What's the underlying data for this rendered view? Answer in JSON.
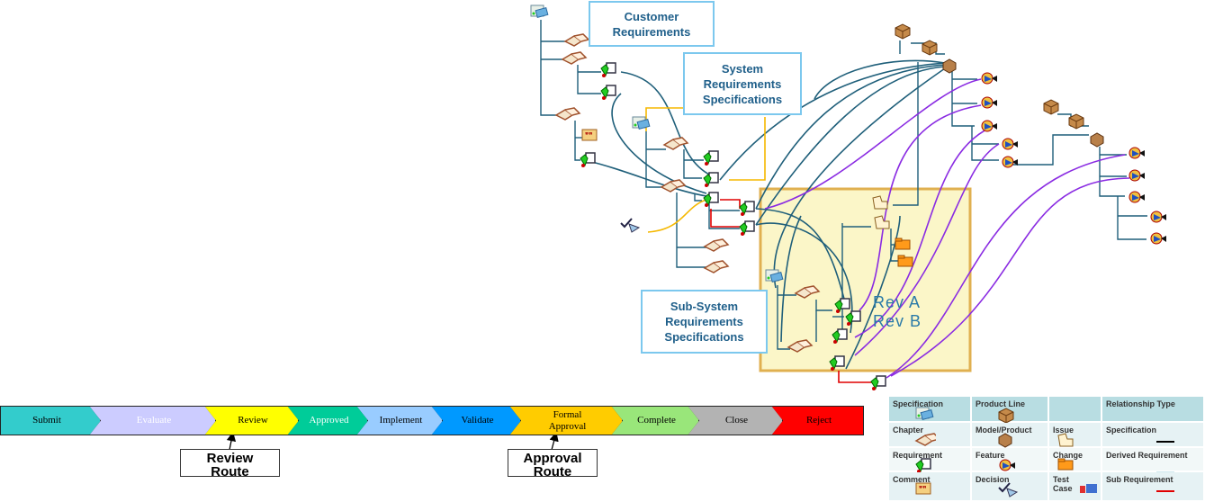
{
  "diagram": {
    "labels": {
      "customer": "Customer\nRequirements",
      "system": "System\nRequirements\nSpecifications",
      "subsystem": "Sub-System\nRequirements\nSpecifications",
      "rev_a": "Rev  A",
      "rev_b": "Rev  B"
    },
    "colors": {
      "tree": "#1f5f7a",
      "derived": "#1f5f7a",
      "sub": "#e00000",
      "purple": "#8a2be2",
      "yellow": "#f5b800",
      "highlight_fill": "#fbf6c8",
      "highlight_border": "#e0b050"
    }
  },
  "process": {
    "stages": [
      {
        "label": "Submit",
        "color": "#33cccc",
        "text": "#000"
      },
      {
        "label": "Evaluate",
        "color": "#ccccff",
        "text": "#fff"
      },
      {
        "label": "Review",
        "color": "#ffff00",
        "text": "#000"
      },
      {
        "label": "Approved",
        "color": "#00cc99",
        "text": "#fff"
      },
      {
        "label": "Implement",
        "color": "#99ccff",
        "text": "#000"
      },
      {
        "label": "Validate",
        "color": "#0099ff",
        "text": "#000"
      },
      {
        "label": "Formal\nApproval",
        "color": "#ffcc00",
        "text": "#000"
      },
      {
        "label": "Complete",
        "color": "#99e67a",
        "text": "#000"
      },
      {
        "label": "Close",
        "color": "#b3b3b3",
        "text": "#000"
      },
      {
        "label": "Reject",
        "color": "#ff0000",
        "text": "#000"
      }
    ],
    "routes": {
      "review": "Review\nRoute",
      "approval": "Approval\nRoute"
    }
  },
  "legend": {
    "header": [
      "Specification",
      "Product Line",
      "",
      "Relationship Type"
    ],
    "rows": [
      [
        "Chapter",
        "Model/Product",
        "Issue",
        "Specification"
      ],
      [
        "Requirement",
        "Feature",
        "Change",
        "Derived Requirement"
      ],
      [
        "Comment",
        "Decision",
        "Test\nCase",
        "Sub Requirement"
      ]
    ],
    "icons": {
      "header": [
        "specification-icon",
        "product-line-icon"
      ],
      "rows": [
        [
          "chapter-icon",
          "model-icon",
          "issue-icon"
        ],
        [
          "requirement-icon",
          "feature-icon",
          "change-icon"
        ],
        [
          "comment-icon",
          "decision-icon",
          "test-case-icon"
        ]
      ]
    }
  }
}
